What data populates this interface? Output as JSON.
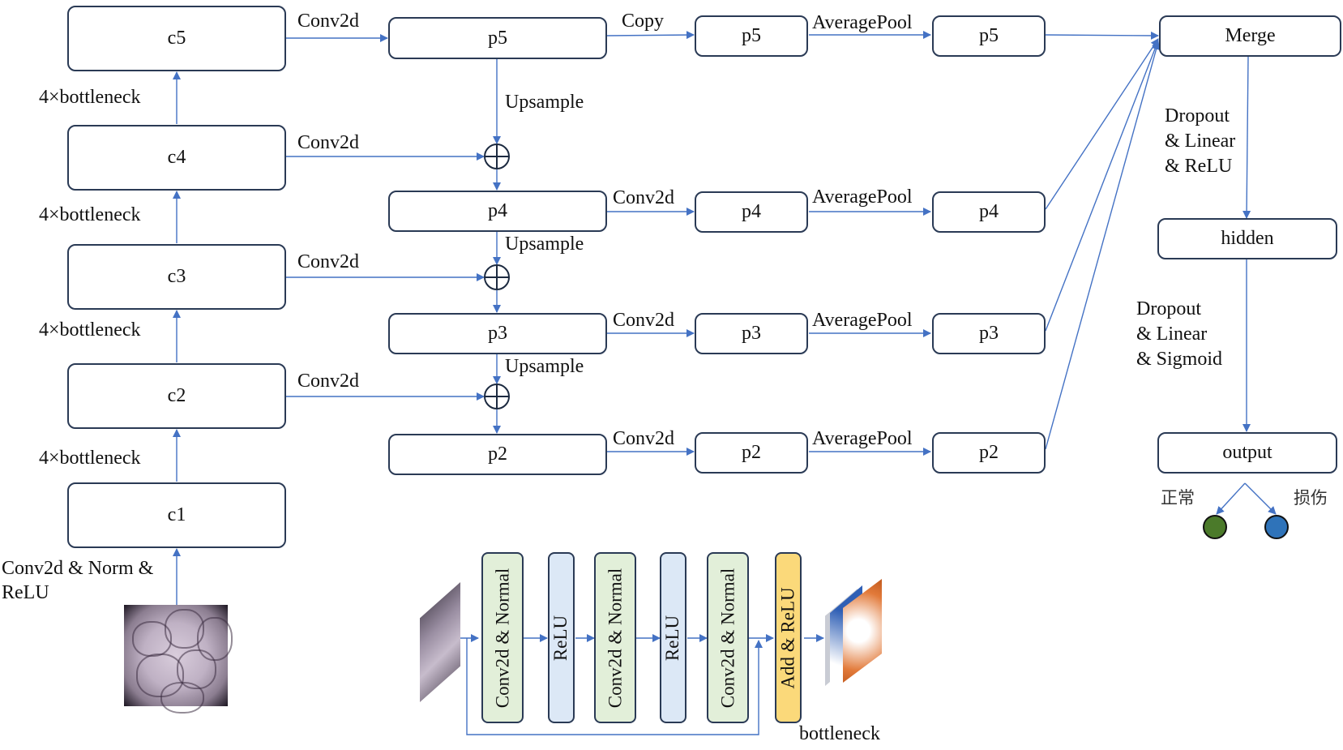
{
  "backbone": {
    "nodes": [
      "c5",
      "c4",
      "c3",
      "c2",
      "c1"
    ],
    "bottleneck_labels": [
      "4×bottleneck",
      "4×bottleneck",
      "4×bottleneck",
      "4×bottleneck"
    ],
    "stem_label": "Conv2d & Norm &\nReLU"
  },
  "lateral": {
    "label": "Conv2d"
  },
  "pyramid": {
    "nodes": [
      "p5",
      "p4",
      "p3",
      "p2"
    ],
    "upsample_label": "Upsample"
  },
  "branch": {
    "first_ops": [
      "Copy",
      "Conv2d",
      "Conv2d",
      "Conv2d"
    ],
    "mid_nodes": [
      "p5",
      "p4",
      "p3",
      "p2"
    ],
    "pool_label": "AveragePool",
    "out_nodes": [
      "p5",
      "p4",
      "p3",
      "p2"
    ]
  },
  "head": {
    "merge": "Merge",
    "op1": "Dropout\n& Linear\n& ReLU",
    "hidden": "hidden",
    "op2": "Dropout\n& Linear\n& Sigmoid",
    "output": "output",
    "classes": [
      {
        "label": "正常",
        "color": "#4b7a2a"
      },
      {
        "label": "损伤",
        "color": "#2f73b9"
      }
    ]
  },
  "bottleneck_block": {
    "layers": [
      "Conv2d & Normal",
      "ReLU",
      "Conv2d & Normal",
      "ReLU",
      "Conv2d & Normal",
      "Add & ReLU"
    ],
    "title": "bottleneck"
  },
  "colors": {
    "arrow": "#4472c4",
    "box_border": "#2a3a55",
    "panel_bg": "#fdf0cf"
  }
}
